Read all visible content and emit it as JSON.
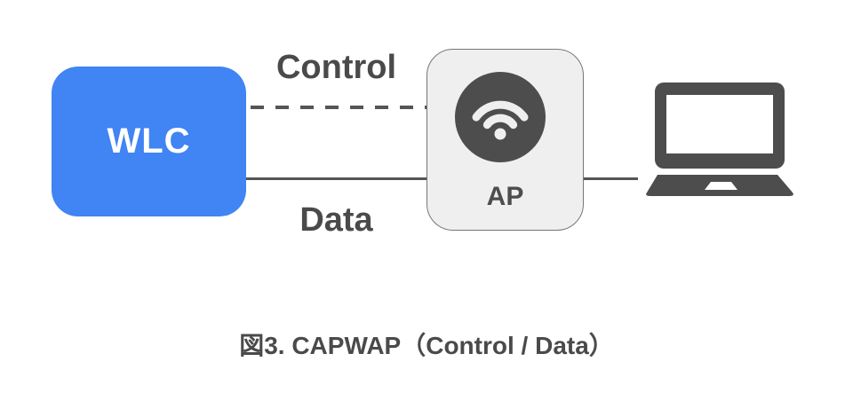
{
  "nodes": {
    "wlc": {
      "label": "WLC",
      "fill": "#4184F3",
      "text_color": "#FFFFFF"
    },
    "ap": {
      "label": "AP",
      "fill": "#EFEFEF",
      "border": "#777777",
      "icon": "wifi-icon"
    },
    "client": {
      "icon": "laptop-icon"
    }
  },
  "links": {
    "control": {
      "label": "Control",
      "style": "dashed",
      "from": "WLC",
      "to": "AP"
    },
    "data": {
      "label": "Data",
      "style": "solid",
      "from": "WLC",
      "to": "AP"
    }
  },
  "caption": {
    "text": "図3. CAPWAP（Control / Data）"
  },
  "colors": {
    "background": "#FFFFFF",
    "line": "#555555",
    "label_text": "#4A4A4A",
    "icon_dark": "#4D4D4D"
  }
}
